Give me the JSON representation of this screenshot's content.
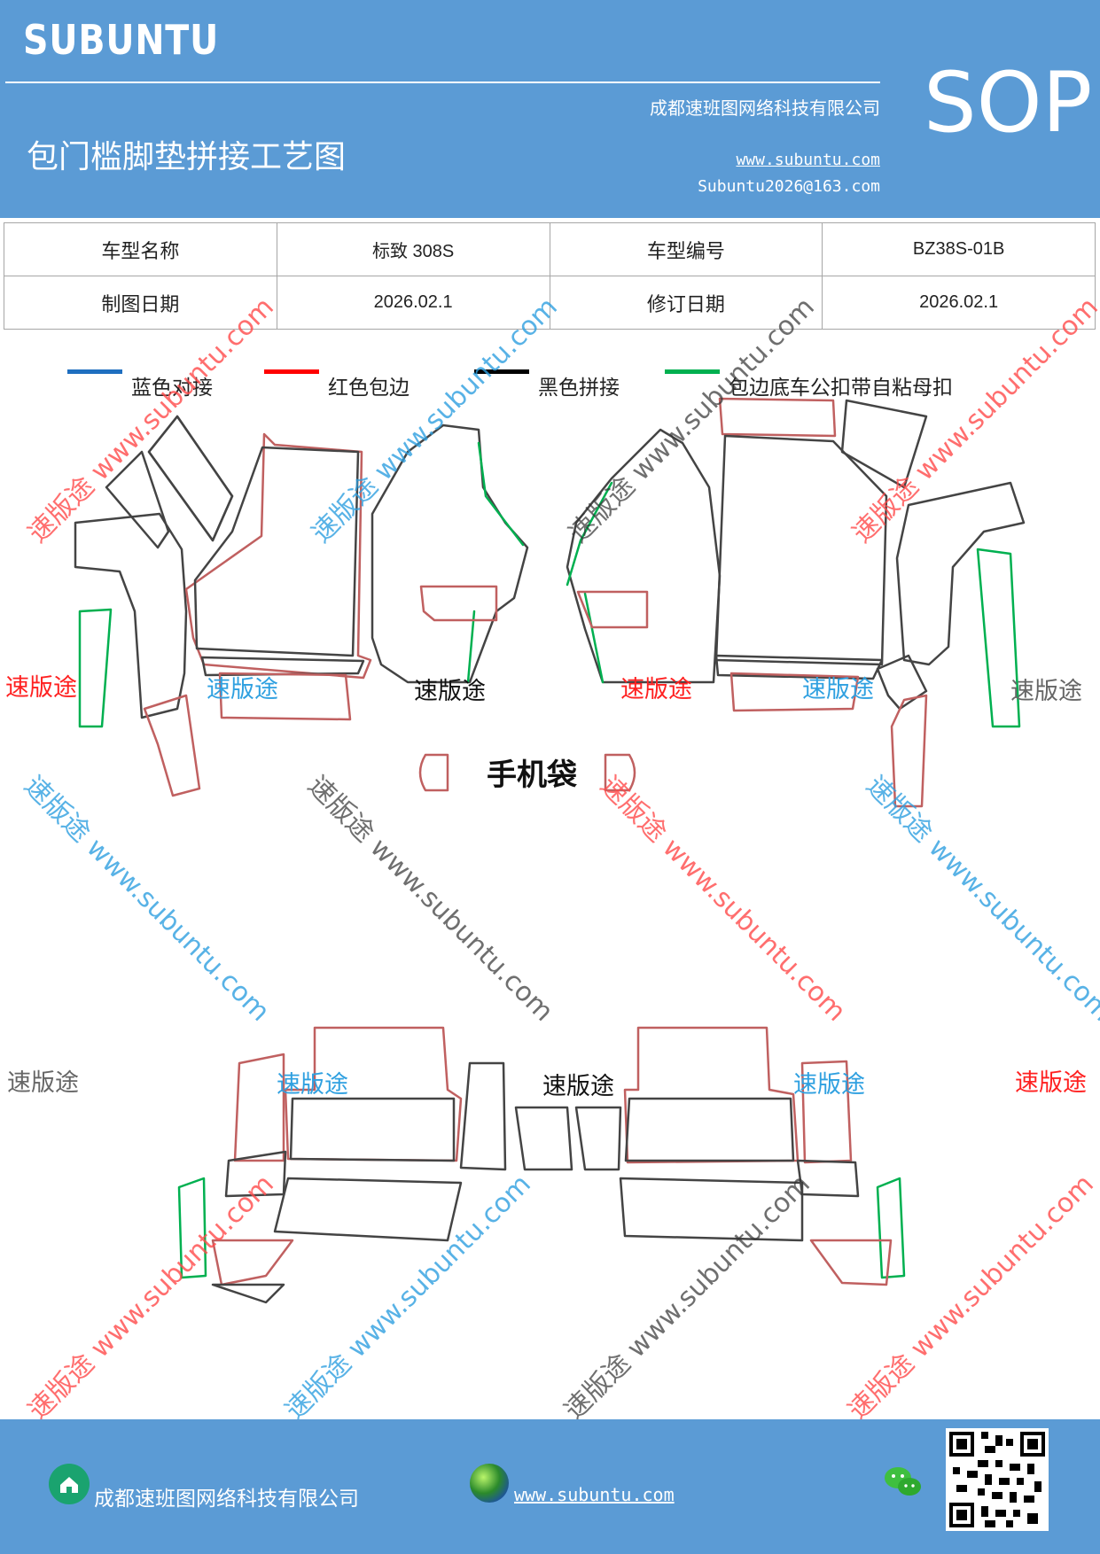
{
  "header": {
    "brand": "SUBUNTU",
    "badge": "SOP",
    "company": "成都速班图网络科技有限公司",
    "title": "包门槛脚垫拼接工艺图",
    "website": "www.subuntu.com",
    "email": "Subuntu2026@163.com",
    "background": "#5b9bd5"
  },
  "info_table": {
    "model_name_label": "车型名称",
    "model_name": "标致 308S",
    "model_code_label": "车型编号",
    "model_code": "BZ38S-01B",
    "drawing_date_label": "制图日期",
    "drawing_date": "2026.02.1",
    "revision_date_label": "修订日期",
    "revision_date": "2026.02.1"
  },
  "legend": [
    {
      "label": "蓝色对接",
      "color": "#1f6fc0"
    },
    {
      "label": "红色包边",
      "color": "#ff0000"
    },
    {
      "label": "黑色拼接",
      "color": "#000000"
    },
    {
      "label": "包边底车公扣带自粘母扣",
      "color": "#00b050"
    }
  ],
  "drawing": {
    "phone_bag_label": "手机袋"
  },
  "watermarks": {
    "brand_text": "速版途",
    "url_text": "www.subuntu.com",
    "diagonal_text": "速版途 www.subuntu.com"
  },
  "footer": {
    "company": "成都速班图网络科技有限公司",
    "website": "www.subuntu.com",
    "icons": [
      "home-icon",
      "globe-icon",
      "wechat-icon",
      "qr-code"
    ]
  }
}
